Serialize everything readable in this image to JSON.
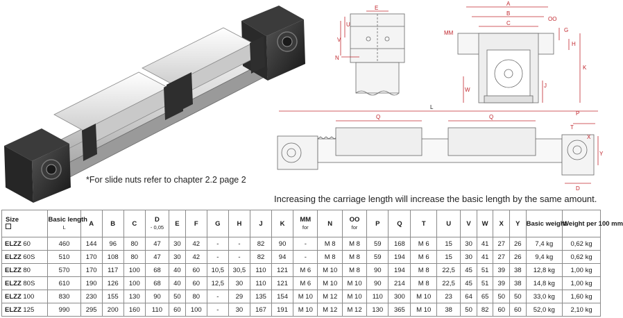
{
  "notes": {
    "slide_nuts": "*For slide nuts refer to chapter 2.2 page 2",
    "carriage": "Increasing the carriage length will increase the basic length by the same amount."
  },
  "drawing_labels": {
    "front": [
      "E",
      "U",
      "V",
      "N"
    ],
    "section": [
      "A",
      "B",
      "C",
      "OO",
      "MM",
      "G",
      "H",
      "K",
      "W",
      "J"
    ],
    "side": [
      "L",
      "Q",
      "Q",
      "P",
      "T",
      "X",
      "Y",
      "D"
    ]
  },
  "table": {
    "headers": [
      {
        "label": "Size",
        "sub": ""
      },
      {
        "label": "Basic length",
        "sub": "L"
      },
      {
        "label": "A",
        "sub": ""
      },
      {
        "label": "B",
        "sub": ""
      },
      {
        "label": "C",
        "sub": ""
      },
      {
        "label": "D",
        "sub": "- 0,05"
      },
      {
        "label": "E",
        "sub": ""
      },
      {
        "label": "F",
        "sub": ""
      },
      {
        "label": "G",
        "sub": ""
      },
      {
        "label": "H",
        "sub": ""
      },
      {
        "label": "J",
        "sub": ""
      },
      {
        "label": "K",
        "sub": ""
      },
      {
        "label": "MM",
        "sub": "for"
      },
      {
        "label": "N",
        "sub": ""
      },
      {
        "label": "OO",
        "sub": "for"
      },
      {
        "label": "P",
        "sub": ""
      },
      {
        "label": "Q",
        "sub": ""
      },
      {
        "label": "T",
        "sub": ""
      },
      {
        "label": "U",
        "sub": ""
      },
      {
        "label": "V",
        "sub": ""
      },
      {
        "label": "W",
        "sub": ""
      },
      {
        "label": "X",
        "sub": ""
      },
      {
        "label": "Y",
        "sub": ""
      },
      {
        "label": "Basic weight",
        "sub": ""
      },
      {
        "label": "Weight per 100 mm",
        "sub": ""
      }
    ],
    "rows": [
      {
        "prefix": "ELZZ",
        "size": "60",
        "cells": [
          "460",
          "144",
          "96",
          "80",
          "47",
          "30",
          "42",
          "-",
          "-",
          "82",
          "90",
          "-",
          "M 8",
          "M 8",
          "59",
          "168",
          "M 6",
          "15",
          "30",
          "41",
          "27",
          "26",
          "7,4 kg",
          "0,62 kg"
        ]
      },
      {
        "prefix": "ELZZ",
        "size": "60S",
        "cells": [
          "510",
          "170",
          "108",
          "80",
          "47",
          "30",
          "42",
          "-",
          "-",
          "82",
          "94",
          "-",
          "M 8",
          "M 8",
          "59",
          "194",
          "M 6",
          "15",
          "30",
          "41",
          "27",
          "26",
          "9,4 kg",
          "0,62 kg"
        ]
      },
      {
        "prefix": "ELZZ",
        "size": "80",
        "cells": [
          "570",
          "170",
          "117",
          "100",
          "68",
          "40",
          "60",
          "10,5",
          "30,5",
          "110",
          "121",
          "M 6",
          "M 10",
          "M 8",
          "90",
          "194",
          "M 8",
          "22,5",
          "45",
          "51",
          "39",
          "38",
          "12,8 kg",
          "1,00 kg"
        ]
      },
      {
        "prefix": "ELZZ",
        "size": "80S",
        "cells": [
          "610",
          "190",
          "126",
          "100",
          "68",
          "40",
          "60",
          "12,5",
          "30",
          "110",
          "121",
          "M 6",
          "M 10",
          "M 10",
          "90",
          "214",
          "M 8",
          "22,5",
          "45",
          "51",
          "39",
          "38",
          "14,8 kg",
          "1,00 kg"
        ]
      },
      {
        "prefix": "ELZZ",
        "size": "100",
        "cells": [
          "830",
          "230",
          "155",
          "130",
          "90",
          "50",
          "80",
          "-",
          "29",
          "135",
          "154",
          "M 10",
          "M 12",
          "M 10",
          "110",
          "300",
          "M 10",
          "23",
          "64",
          "65",
          "50",
          "50",
          "33,0 kg",
          "1,60 kg"
        ]
      },
      {
        "prefix": "ELZZ",
        "size": "125",
        "cells": [
          "990",
          "295",
          "200",
          "160",
          "110",
          "60",
          "100",
          "-",
          "30",
          "167",
          "191",
          "M 10",
          "M 12",
          "M 12",
          "130",
          "365",
          "M 10",
          "38",
          "50",
          "82",
          "60",
          "60",
          "52,0 kg",
          "2,10 kg"
        ]
      }
    ]
  }
}
